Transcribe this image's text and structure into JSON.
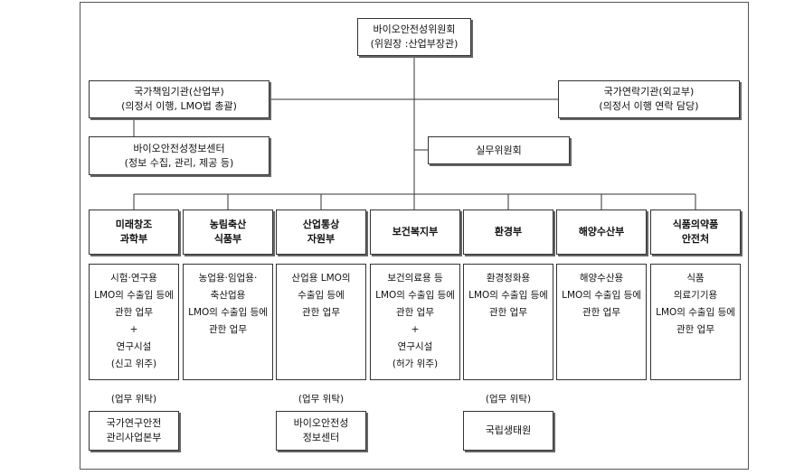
{
  "committee": {
    "line1": "바이오안전성위원회",
    "line2": "(위원장 :산업부장관)"
  },
  "national_responsible": {
    "line1": "국가책임기관(산업부)",
    "line2": "(의정서 이행, LMO법 총괄)"
  },
  "national_contact": {
    "line1": "국가연락기관(외교부)",
    "line2": "(의정서 이행 연락 담당)"
  },
  "info_center": {
    "line1": "바이오안전성정보센터",
    "line2": "(정보 수집, 관리, 제공 등)"
  },
  "working_committee": {
    "label": "실무위원회"
  },
  "ministries": [
    {
      "name": [
        "미래창조",
        "과학부"
      ],
      "duties": [
        "시험·연구용",
        "LMO의 수출입 등에",
        "관한 업무",
        "+",
        "연구시설",
        "(신고 위주)"
      ]
    },
    {
      "name": [
        "농림축산",
        "식품부"
      ],
      "duties": [
        "농업용·임업용·",
        "축산업용",
        "LMO의 수출입 등에",
        "관한 업무"
      ]
    },
    {
      "name": [
        "산업통상",
        "자원부"
      ],
      "duties": [
        "산업용 LMO의",
        "수출입 등에",
        "관한 업무"
      ]
    },
    {
      "name": [
        "보건복지부"
      ],
      "duties": [
        "보건의료용 등",
        "LMO의 수출입 등에",
        "관한 업무",
        "+",
        "연구시설",
        "(허가 위주)"
      ]
    },
    {
      "name": [
        "환경부"
      ],
      "duties": [
        "환경정화용",
        "LMO의 수출입 등에",
        "관한 업무"
      ]
    },
    {
      "name": [
        "해양수산부"
      ],
      "duties": [
        "해양수산용",
        "LMO의 수출입 등에",
        "관한 업무"
      ]
    },
    {
      "name": [
        "식품의약품",
        "안전처"
      ],
      "duties": [
        "식품",
        "의료기기용",
        "LMO의 수출입 등에",
        "관한 업무"
      ]
    }
  ],
  "delegations": [
    {
      "note": "(업무 위탁)",
      "agency": [
        "국가연구안전",
        "관리사업본부"
      ]
    },
    {
      "note": "(업무 위탁)",
      "agency": [
        "바이오안전성",
        "정보센터"
      ]
    },
    {
      "note": "(업무 위탁)",
      "agency": [
        "국립생태원"
      ]
    }
  ]
}
